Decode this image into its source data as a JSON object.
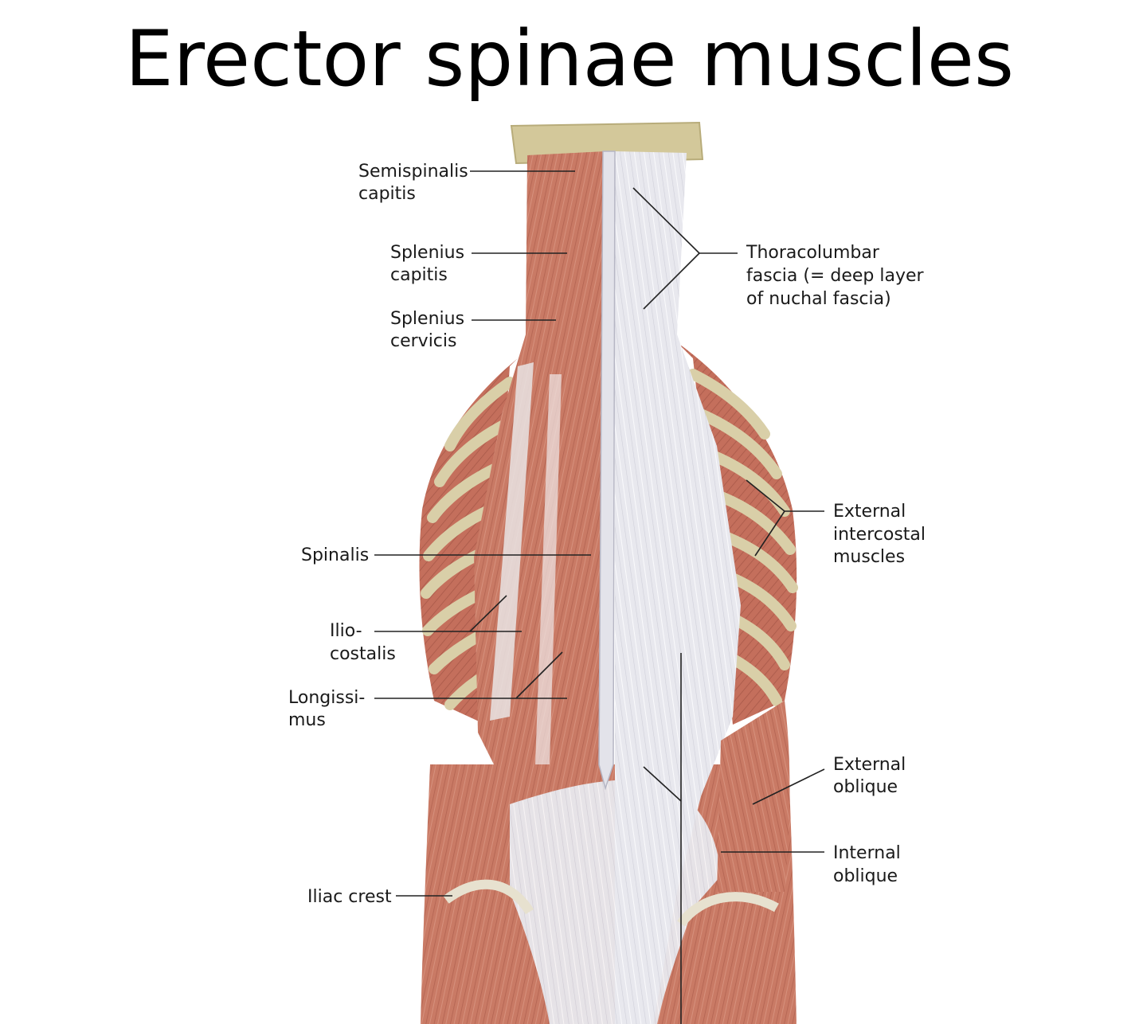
{
  "title": "Erector spinae muscles",
  "colors": {
    "muscle": "#c9806b",
    "muscle_dark": "#a9584a",
    "fascia": "#e6e6ec",
    "fascia_shadow": "#c9c9d3",
    "bone": "#d8cda7",
    "cut_bone": "#cfc493",
    "line": "#222222"
  },
  "labels": {
    "semispinalis": [
      "Semispinalis",
      "capitis"
    ],
    "splenius_capitis": [
      "Splenius",
      "capitis"
    ],
    "splenius_cervicis": [
      "Splenius",
      "cervicis"
    ],
    "thoracolumbar": [
      "Thoracolumbar",
      "fascia (= deep layer",
      "of nuchal fascia)"
    ],
    "external_intercostal": [
      "External",
      "intercostal",
      "muscles"
    ],
    "spinalis": [
      "Spinalis"
    ],
    "iliocostalis": [
      "Ilio-",
      "costalis"
    ],
    "longissimus": [
      "Longissi-",
      "mus"
    ],
    "external_oblique": [
      "External",
      "oblique"
    ],
    "internal_oblique": [
      "Internal",
      "oblique"
    ],
    "iliac_crest": [
      "Iliac crest"
    ]
  }
}
